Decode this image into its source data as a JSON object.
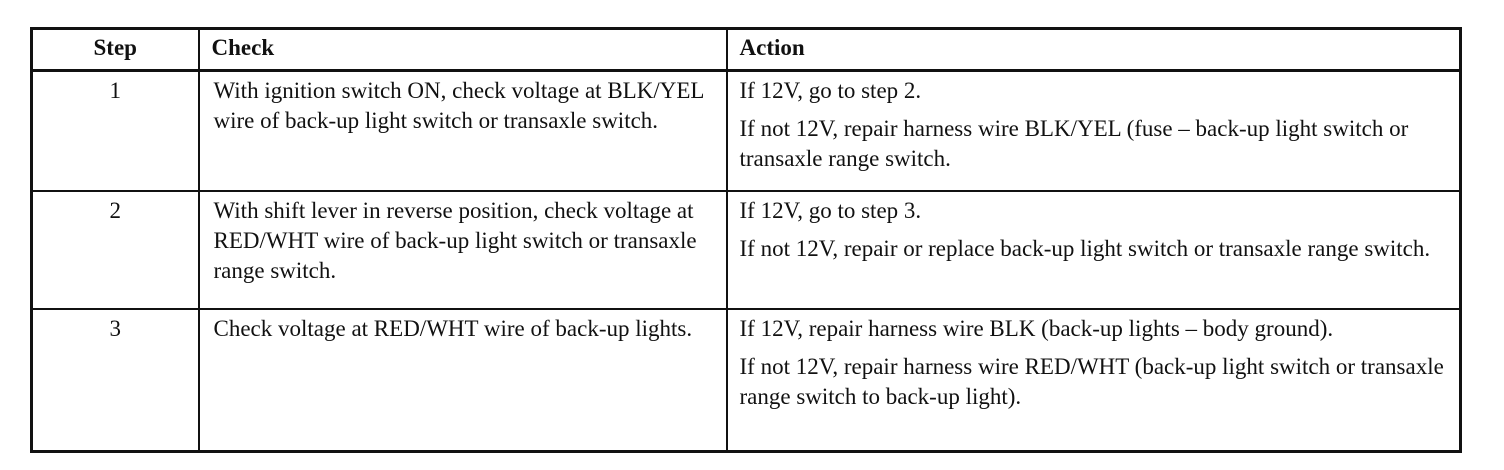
{
  "table": {
    "headers": {
      "step": "Step",
      "check": "Check",
      "action": "Action"
    },
    "rows": [
      {
        "step": "1",
        "check": "With ignition switch ON, check voltage at BLK/YEL wire of back-up light switch or transaxle switch.",
        "actions": [
          "If 12V, go to step 2.",
          "If not 12V, repair harness wire BLK/YEL (fuse – back-up light switch or transaxle range switch."
        ]
      },
      {
        "step": "2",
        "check": "With shift lever in reverse position, check voltage at RED/WHT wire of back-up light switch or transaxle range switch.",
        "actions": [
          "If 12V, go to step 3.",
          "If not 12V, repair or replace back-up light switch or transaxle range switch."
        ]
      },
      {
        "step": "3",
        "check": "Check voltage at RED/WHT wire of back-up lights.",
        "actions": [
          "If 12V, repair harness wire BLK (back-up lights – body ground).",
          "If not 12V, repair harness wire RED/WHT (back-up light switch or transaxle range switch to back-up light)."
        ]
      }
    ]
  }
}
